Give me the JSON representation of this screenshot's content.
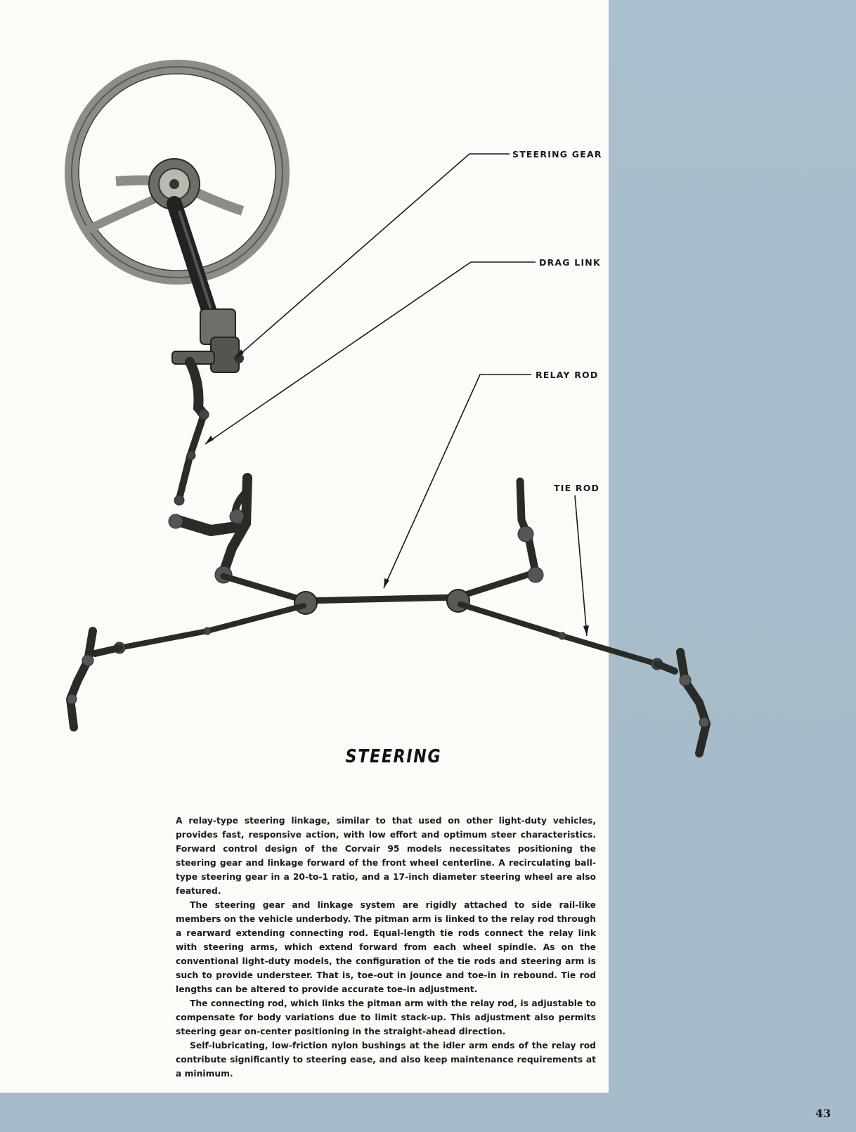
{
  "callouts": {
    "steering_gear": "STEERING GEAR",
    "drag_link": "DRAG LINK",
    "relay_rod": "RELAY ROD",
    "tie_rod": "TIE ROD"
  },
  "title": "STEERING",
  "paragraphs": [
    "A relay-type steering linkage, similar to that used on other light-duty vehicles, provides fast, responsive action, with low effort and optimum steer characteristics. Forward control design of the Corvair 95 models necessitates positioning the steering gear and linkage forward of the front wheel centerline. A recirculating ball-type steering gear in a 20-to-1 ratio, and a 17-inch diameter steering wheel are also featured.",
    "The steering gear and linkage system are rigidly attached to side rail-like members on the vehicle underbody. The pitman arm is linked to the relay rod through a rearward extending connecting rod. Equal-length tie rods connect the relay link with steering arms, which extend forward from each wheel spindle. As on the conventional light-duty models, the configuration of the tie rods and steering arm is such to provide understeer. That is, toe-out in jounce and toe-in in rebound. Tie rod lengths can be altered to provide accurate toe-in adjustment.",
    "The connecting rod, which links the pitman arm with the relay rod, is adjustable to compensate for body variations due to limit stack-up. This adjustment also permits steering gear on-center positioning in the straight-ahead direction.",
    "Self-lubricating, low-friction nylon bushings at the idler arm ends of the relay rod contribute significantly to steering ease, and also keep maintenance requirements at a minimum."
  ],
  "page_number": "43"
}
